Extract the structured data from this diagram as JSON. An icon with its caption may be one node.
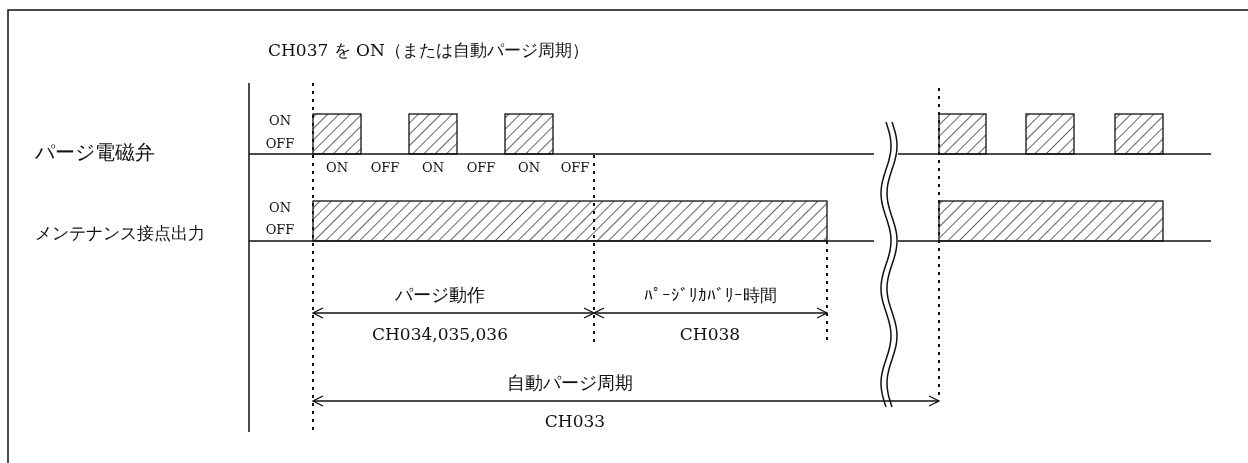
{
  "diagram": {
    "labels": [
      "CH037 を ON（または自動パージ周期）",
      "ON",
      "OFF",
      "パージ電磁弁",
      "ON",
      "OFF",
      "ON",
      "OFF",
      "ON",
      "OFF",
      "ON",
      "OFF",
      "メンテナンス接点出力",
      "パージ動作",
      "ﾊﾟｰｼﾞﾘｶﾊﾞﾘｰ時間",
      "CH034,035,036",
      "CH038",
      "自動パージ周期",
      "CH033"
    ]
  }
}
